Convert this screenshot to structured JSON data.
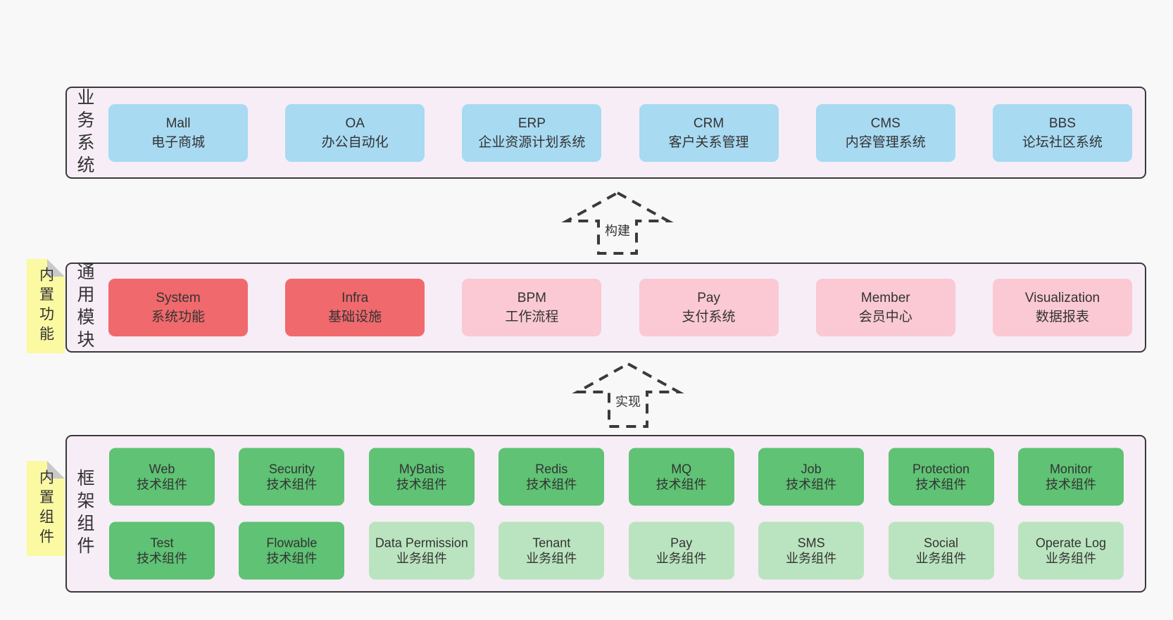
{
  "colors": {
    "page_bg": "#f8f8f8",
    "container_fill": "#f7edf6",
    "outline": "#3a3a3a",
    "box_blue": "#a8daf2",
    "box_red": "#f0696c",
    "box_pink": "#fac9d3",
    "box_green_dark": "#5fc274",
    "box_green_light": "#bae4bf",
    "sticky_yellow": "#fbf9a2",
    "sticky_fold_gray": "#c9c9c9"
  },
  "arrows": [
    {
      "label": "构建"
    },
    {
      "label": "实现"
    }
  ],
  "layers": [
    {
      "label": "业务系统",
      "boxes": [
        {
          "name": "Mall",
          "desc": "电子商城",
          "variant": "blue"
        },
        {
          "name": "OA",
          "desc": "办公自动化",
          "variant": "blue"
        },
        {
          "name": "ERP",
          "desc": "企业资源计划系统",
          "variant": "blue"
        },
        {
          "name": "CRM",
          "desc": "客户关系管理",
          "variant": "blue"
        },
        {
          "name": "CMS",
          "desc": "内容管理系统",
          "variant": "blue"
        },
        {
          "name": "BBS",
          "desc": "论坛社区系统",
          "variant": "blue"
        }
      ]
    },
    {
      "label": "通用模块",
      "sticky": "内置功能",
      "boxes": [
        {
          "name": "System",
          "desc": "系统功能",
          "variant": "red"
        },
        {
          "name": "Infra",
          "desc": "基础设施",
          "variant": "red"
        },
        {
          "name": "BPM",
          "desc": "工作流程",
          "variant": "pink"
        },
        {
          "name": "Pay",
          "desc": "支付系统",
          "variant": "pink"
        },
        {
          "name": "Member",
          "desc": "会员中心",
          "variant": "pink"
        },
        {
          "name": "Visualization",
          "desc": "数据报表",
          "variant": "pink"
        }
      ]
    },
    {
      "label": "框架组件",
      "sticky": "内置组件",
      "boxes": [
        {
          "name": "Web",
          "desc": "技术组件",
          "variant": "green"
        },
        {
          "name": "Security",
          "desc": "技术组件",
          "variant": "green"
        },
        {
          "name": "MyBatis",
          "desc": "技术组件",
          "variant": "green"
        },
        {
          "name": "Redis",
          "desc": "技术组件",
          "variant": "green"
        },
        {
          "name": "MQ",
          "desc": "技术组件",
          "variant": "green"
        },
        {
          "name": "Job",
          "desc": "技术组件",
          "variant": "green"
        },
        {
          "name": "Protection",
          "desc": "技术组件",
          "variant": "green"
        },
        {
          "name": "Monitor",
          "desc": "技术组件",
          "variant": "green"
        },
        {
          "name": "Test",
          "desc": "技术组件",
          "variant": "green"
        },
        {
          "name": "Flowable",
          "desc": "技术组件",
          "variant": "green"
        },
        {
          "name": "Data Permission",
          "desc": "业务组件",
          "variant": "lightgreen"
        },
        {
          "name": "Tenant",
          "desc": "业务组件",
          "variant": "lightgreen"
        },
        {
          "name": "Pay",
          "desc": "业务组件",
          "variant": "lightgreen"
        },
        {
          "name": "SMS",
          "desc": "业务组件",
          "variant": "lightgreen"
        },
        {
          "name": "Social",
          "desc": "业务组件",
          "variant": "lightgreen"
        },
        {
          "name": "Operate Log",
          "desc": "业务组件",
          "variant": "lightgreen"
        }
      ]
    }
  ]
}
